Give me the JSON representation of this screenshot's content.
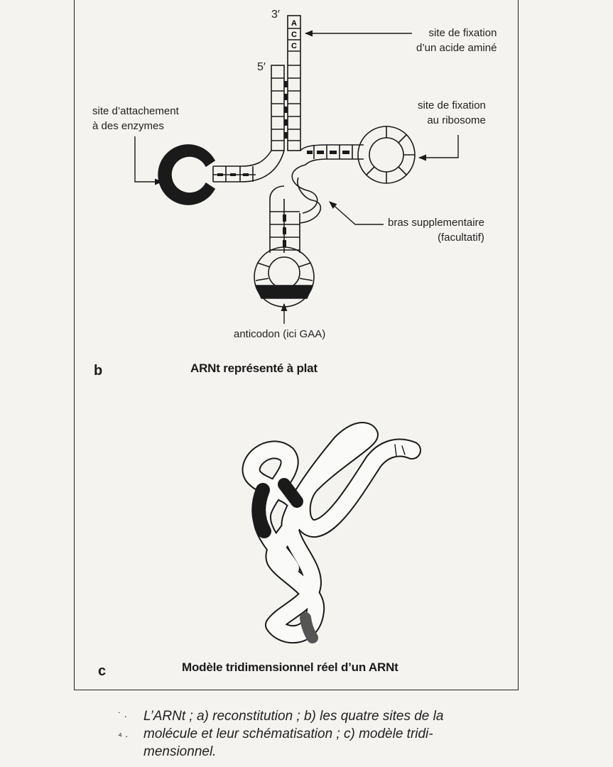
{
  "figure_b": {
    "end_3": "3′",
    "end_5": "5′",
    "acceptor_bases": [
      "A",
      "C",
      "C"
    ],
    "label_amino_acid_site": [
      "site de fixation",
      "d’un acide aminé"
    ],
    "label_enzyme_site": [
      "site d’attachement",
      "à des enzymes"
    ],
    "label_ribosome_site": [
      "site de fixation",
      "au ribosome"
    ],
    "label_extra_arm": [
      "bras supplementaire",
      "(facultatif)"
    ],
    "label_anticodon": "anticodon (ici GAA)",
    "panel_letter": "b",
    "title": "ARNt représenté à plat"
  },
  "figure_c": {
    "panel_letter": "c",
    "title": "Modèle tridimensionnel réel d’un ARNt"
  },
  "caption": {
    "lines": [
      "L’ARNt ; a) reconstitution ; b) les quatre sites de la",
      "molécule et leur schématisation ; c) modèle tridi-",
      "mensionnel."
    ]
  },
  "colors": {
    "ink": "#1a1a1a",
    "paper": "#f4f3f0"
  }
}
